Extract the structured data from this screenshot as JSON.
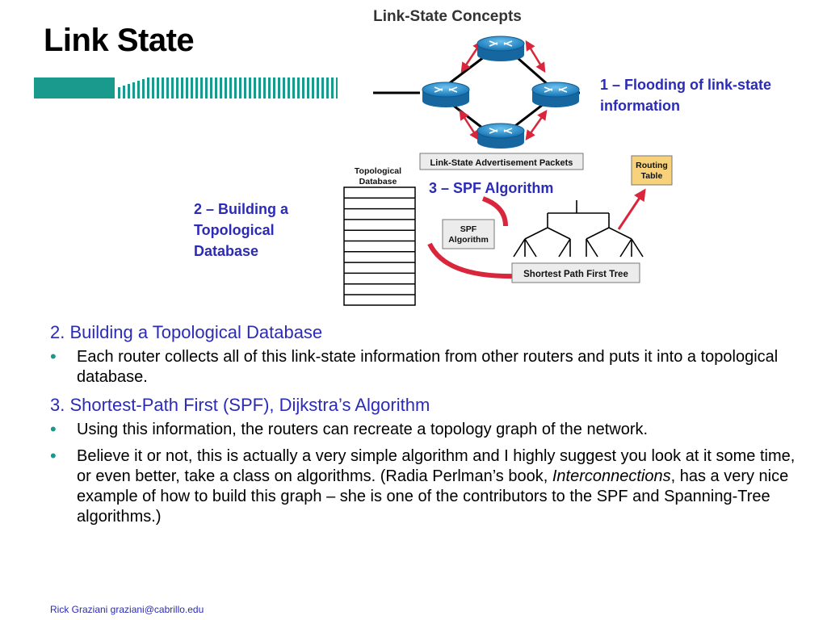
{
  "title": "Link State",
  "diagram": {
    "title": "Link-State Concepts",
    "lsa_box": "Link-State Advertisement Packets",
    "topo_db_label": [
      "Topological",
      "Database"
    ],
    "spf_box": [
      "SPF",
      "Algorithm"
    ],
    "routing_table": [
      "Routing",
      "Table"
    ],
    "spt_box": "Shortest Path First Tree",
    "flood_label": "1 – Flooding of link-state information",
    "build_label": "2 – Building a Topological Database",
    "spf_label": "3 – SPF Algorithm"
  },
  "content": {
    "heading1": "2. Building a Topological Database",
    "bullet1": "Each router collects all of this link-state information from other routers and puts it into a topological database.",
    "heading2": "3. Shortest-Path First (SPF), Dijkstra’s Algorithm",
    "bullet2": "Using this information, the routers can recreate a topology graph of the network.",
    "bullet3_a": "Believe it or not, this is actually a very simple algorithm and I highly suggest you look at it some time, or even better, take a class on algorithms.   (Radia Perlman’s book, ",
    "bullet3_em": "Interconnections",
    "bullet3_b": ", has a very nice example of how to build this graph – she is one of the contributors to the SPF and Spanning-Tree algorithms.)",
    "bullet_glyph": "•"
  },
  "footer": "Rick Graziani  graziani@cabrillo.edu",
  "colors": {
    "accent_blue": "#2b2bb8",
    "teal": "#1a9a8c",
    "router_blue": "#1f8fd0",
    "arrow_red": "#d9263c",
    "routing_table_fill": "#f7d27a"
  },
  "icons": [
    "router-icon",
    "arrow-icon"
  ]
}
